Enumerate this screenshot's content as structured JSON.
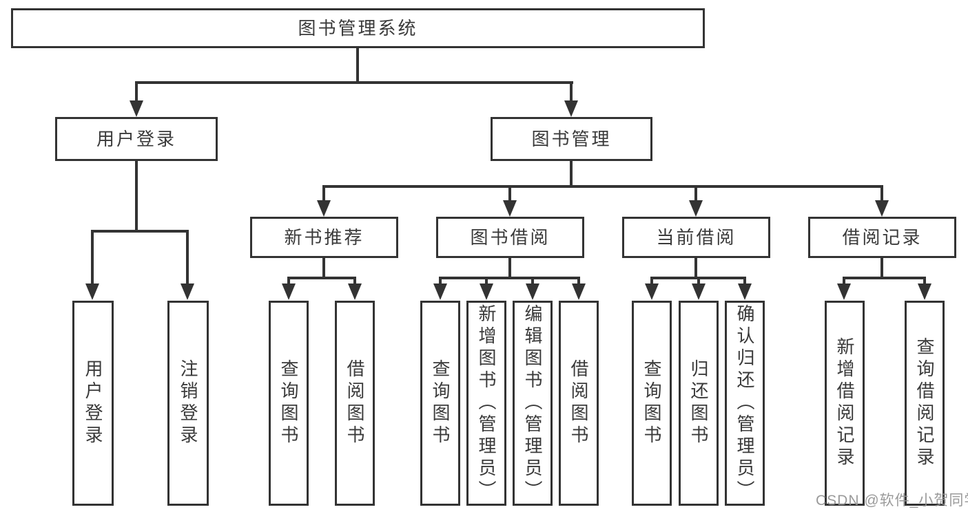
{
  "tree": {
    "label": "图书管理系统",
    "children": [
      {
        "label": "用户登录",
        "children": [
          {
            "label": "用户登录"
          },
          {
            "label": "注销登录"
          }
        ]
      },
      {
        "label": "图书管理",
        "children": [
          {
            "label": "新书推荐",
            "children": [
              {
                "label": "查询图书"
              },
              {
                "label": "借阅图书"
              }
            ]
          },
          {
            "label": "图书借阅",
            "children": [
              {
                "label": "查询图书"
              },
              {
                "label": "新增图书（管理员）"
              },
              {
                "label": "编辑图书（管理员）"
              },
              {
                "label": "借阅图书"
              }
            ]
          },
          {
            "label": "当前借阅",
            "children": [
              {
                "label": "查询图书"
              },
              {
                "label": "归还图书"
              },
              {
                "label": "确认归还（管理员）"
              }
            ]
          },
          {
            "label": "借阅记录",
            "children": [
              {
                "label": "新增借阅记录"
              },
              {
                "label": "查询借阅记录"
              }
            ]
          }
        ]
      }
    ]
  },
  "watermark": {
    "text": "CSDN @软件_小贺同学"
  },
  "colors": {
    "line": "#333333",
    "text": "#3a3a3a",
    "background": "#ffffff",
    "watermark": "#919191"
  }
}
